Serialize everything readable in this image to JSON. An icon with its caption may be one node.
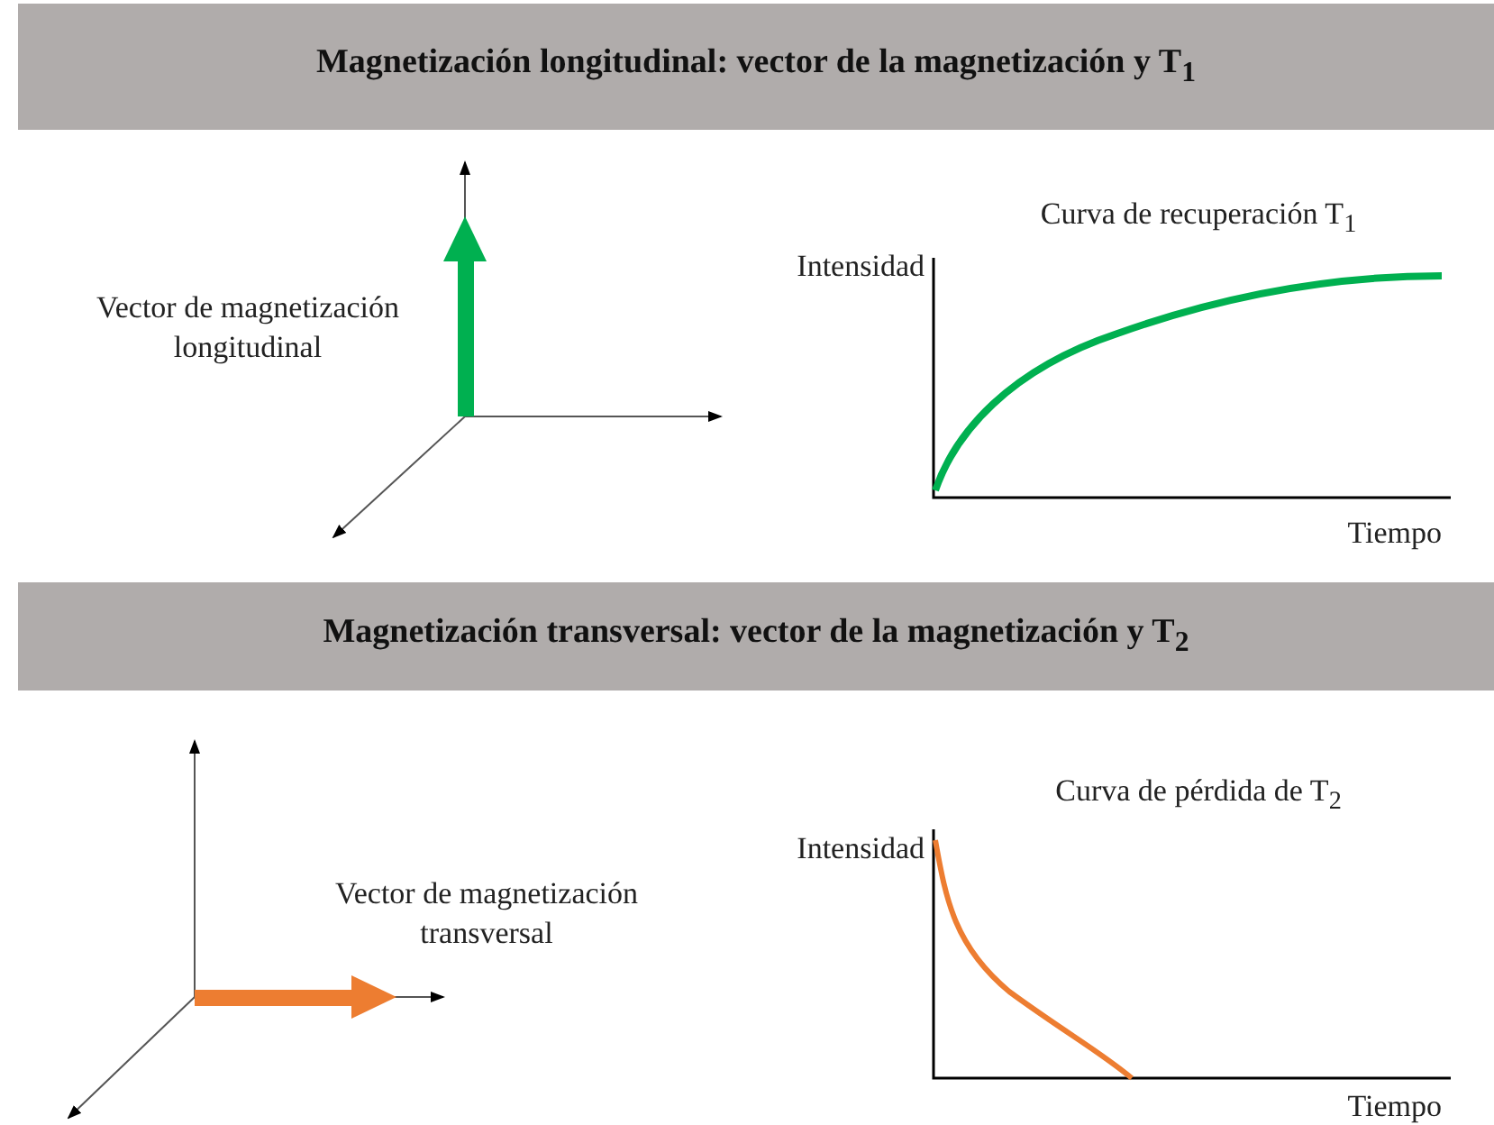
{
  "diagram": {
    "nodes": [
      {
        "text": [
          "Magnetización longitudinal: vector de la magnetización y T$_{1}$"
        ]
      },
      {
        "text": [
          "Magnetización transversal: vector de la magnetización y T$_{2}$"
        ]
      }
    ],
    "labels": [
      "Vector de magnetización longitudinal",
      "Curva de recuperación T$_{1}$",
      "Intensidad",
      "Tiempo",
      "Vector de magnetización transversal",
      "Curva de pérdida de T$_{2}$",
      "Intensidad",
      "Tiempo"
    ]
  }
}
